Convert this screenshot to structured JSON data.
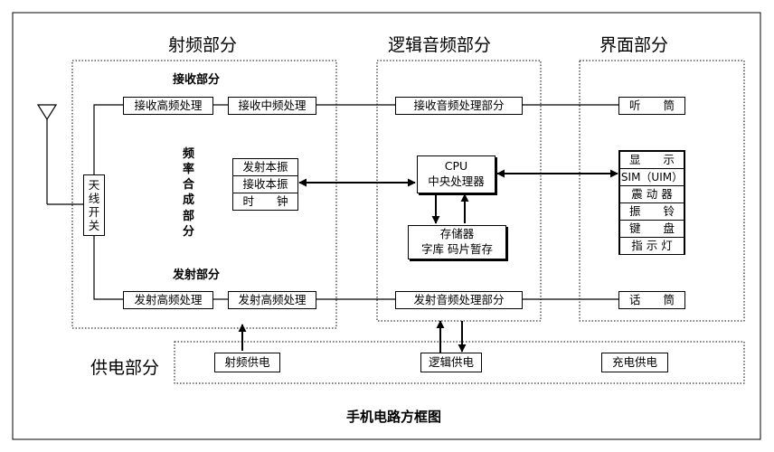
{
  "sections": {
    "rf": "射频部分",
    "logic": "逻辑音频部分",
    "ui": "界面部分",
    "power": "供电部分"
  },
  "rf": {
    "receive_title": "接收部分",
    "transmit_title": "发射部分",
    "rx_hf": "接收高频处理",
    "rx_if": "接收中频处理",
    "tx_hf": "发射高频处理",
    "tx_hf2": "发射高频处理",
    "antenna_switch": [
      "天",
      "线",
      "开",
      "关"
    ],
    "synth_label": [
      "频",
      "率",
      "合",
      "成",
      "部",
      "分"
    ],
    "synth_items": [
      "发射本振",
      "接收本振",
      "时　　钟"
    ]
  },
  "logic": {
    "rx_audio": "接收音频处理部分",
    "tx_audio": "发射音频处理部分",
    "cpu_line1": "CPU",
    "cpu_line2": "中央处理器",
    "memory_line1": "存储器",
    "memory_line2": "字库  码片暂存"
  },
  "ui": {
    "earpiece": "听　　筒",
    "mic": "话　　筒",
    "items": [
      "显　　示",
      "SIM（UIM）",
      "震 动 器",
      "振　　铃",
      "键　　盘",
      "指 示 灯"
    ]
  },
  "power": {
    "rf_power": "射频供电",
    "logic_power": "逻辑供电",
    "charge_power": "充电供电"
  },
  "caption": "手机电路方框图"
}
